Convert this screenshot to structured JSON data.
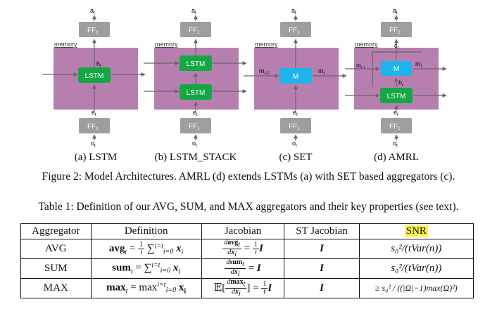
{
  "diagrams": {
    "a": {
      "memory": "memory",
      "cell": "LSTM",
      "h": "h",
      "h_sub": "t",
      "e": "e",
      "e_sub": "t",
      "ff_top": "FF",
      "ff_top_sub": "2",
      "ff_bot": "FF",
      "ff_bot_sub": "1",
      "a": "a",
      "a_sub": "t",
      "o": "o",
      "o_sub": "t"
    },
    "b": {
      "memory": "memory",
      "cell1": "LSTM",
      "cell2": "LSTM",
      "e": "e",
      "e_sub": "t",
      "ff_top": "FF",
      "ff_top_sub": "2",
      "ff_bot": "FF",
      "ff_bot_sub": "1",
      "a": "a",
      "a_sub": "t",
      "o": "o",
      "o_sub": "t"
    },
    "c": {
      "memory": "memory",
      "cell": "M",
      "m_in": "m",
      "m_in_sub": "t-1",
      "m_out": "m",
      "m_out_sub": "t",
      "e": "e",
      "e_sub": "t",
      "ff_top": "FF",
      "ff_top_sub": "2",
      "ff_bot": "FF",
      "ff_bot_sub": "1",
      "a": "a",
      "a_sub": "t",
      "o": "o",
      "o_sub": "t"
    },
    "d": {
      "memory": "memory",
      "cell_m": "M",
      "cell_lstm": "LSTM",
      "m_in": "m",
      "m_in_sub": "t-1",
      "m_out": "m",
      "m_out_sub": "t",
      "h": "h",
      "h_sub": "t",
      "c": "c",
      "c_sub": "t",
      "e": "e",
      "e_sub": "t",
      "ff_top": "FF",
      "ff_top_sub": "2",
      "ff_bot": "FF",
      "ff_bot_sub": "1",
      "a": "a",
      "a_sub": "t",
      "o": "o",
      "o_sub": "t"
    }
  },
  "subcaptions": [
    "(a) LSTM",
    "(b) LSTM_STACK",
    "(c) SET",
    "(d) AMRL"
  ],
  "figure_caption": "Figure 2: Model Architectures. AMRL (d) extends LSTMs (a) with SET based aggregators (c).",
  "table_caption": "Table 1: Definition of our AVG, SUM, and MAX aggregators and their key properties (see text).",
  "table": {
    "headers": [
      "Aggregator",
      "Definition",
      "Jacobian",
      "ST Jacobian",
      "SNR"
    ],
    "rows": [
      {
        "name": "AVG",
        "def_op": "avg",
        "jac_op": "avg",
        "st": "I",
        "snr": "s₀²/(tVar(n))"
      },
      {
        "name": "SUM",
        "def_op": "sum",
        "jac_op": "sum",
        "st": "I",
        "snr": "s₀²/(tVar(n))"
      },
      {
        "name": "MAX",
        "def_op": "max",
        "jac_op": "max",
        "st": "I",
        "snr": "≥ s₀² / ((|Ω|−1)max(Ω)²)"
      }
    ]
  },
  "colors": {
    "memory": "#b77fb0",
    "lstm": "#14a844",
    "set": "#1eb4ec",
    "ff": "#9e9e9e",
    "snr_highlight": "#f7f24a"
  }
}
